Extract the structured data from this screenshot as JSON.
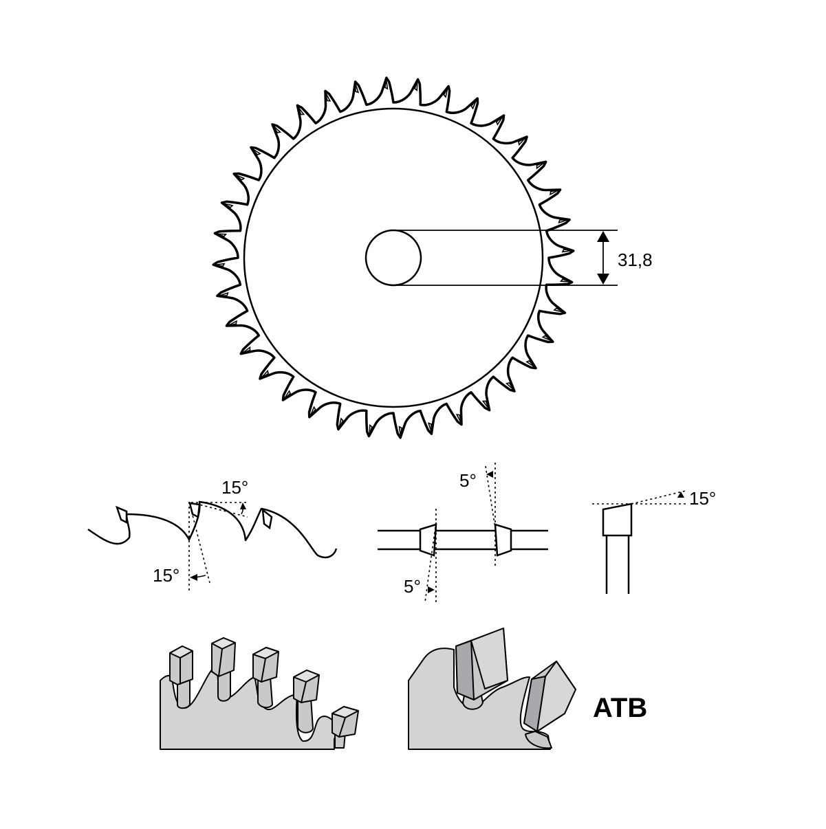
{
  "labels": {
    "bore_diameter": "31,8",
    "hook_angle": "15°",
    "clearance_angle": "15°",
    "bevel_top": "5°",
    "bevel_bottom": "5°",
    "top_bevel": "15°",
    "tooth_type": "ATB"
  },
  "blade": {
    "tooth_count": 36
  },
  "colors": {
    "line": "#000000",
    "tooth_fill": "#d2d3d5",
    "carbide_fill": "#c8c9cb",
    "carbide_dark": "#a7a9ac",
    "background": "#ffffff"
  }
}
